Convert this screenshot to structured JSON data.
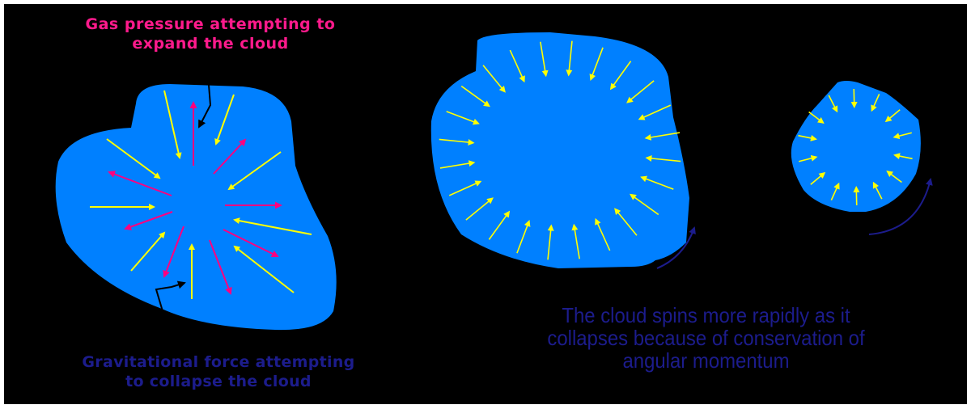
{
  "labels": {
    "gas_pressure": [
      "Gas pressure attempting to",
      "expand the cloud"
    ],
    "gravitational_force": [
      "Gravitational force attempting",
      "to collapse the cloud"
    ],
    "spin": [
      "The cloud spins more rapidly as it",
      "collapses because of conservation of",
      "angular momentum"
    ]
  },
  "colors": {
    "background": "#000000",
    "cloud": "#0080ff",
    "gravity_arrow": "#ffff00",
    "pressure_arrow": "#ff0080",
    "rotation_arrow": "#1c1c8c",
    "gas_text": "#ff1a8c",
    "caption_text": "#1c1c8c"
  }
}
